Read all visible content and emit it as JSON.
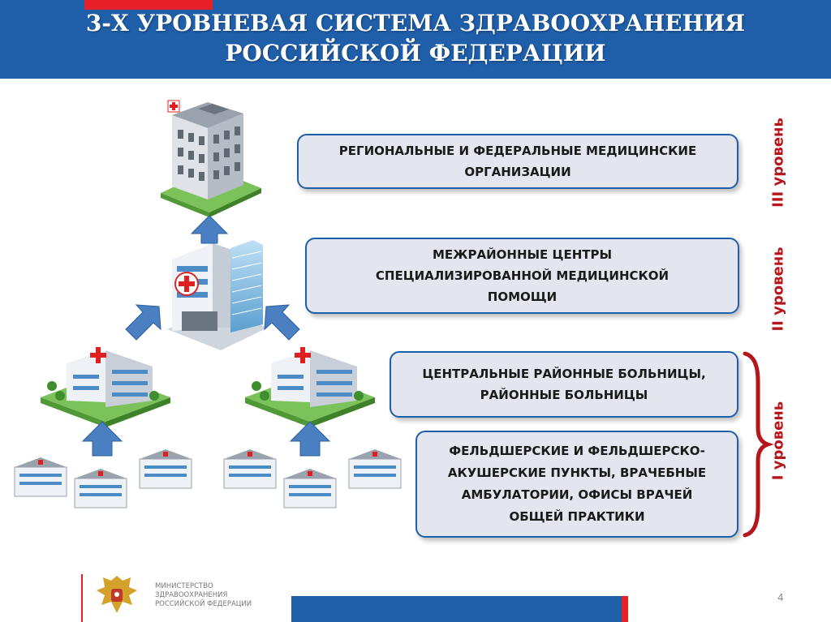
{
  "header": {
    "title_line1": "3-Х УРОВНЕВАЯ СИСТЕМА ЗДРАВООХРАНЕНИЯ",
    "title_line2": "РОССИЙСКОЙ ФЕДЕРАЦИИ"
  },
  "boxes": {
    "level3": {
      "line1": "РЕГИОНАЛЬНЫЕ И ФЕДЕРАЛЬНЫЕ МЕДИЦИНСКИЕ",
      "line2": "ОРГАНИЗАЦИИ"
    },
    "interdistrict": {
      "line1": "МЕЖРАЙОННЫЕ ЦЕНТРЫ",
      "line2": "СПЕЦИАЛИЗИРОВАННОЙ МЕДИЦИНСКОЙ",
      "line3": "ПОМОЩИ"
    },
    "crh": {
      "line1": "ЦЕНТРАЛЬНЫЕ РАЙОННЫЕ БОЛЬНИЦЫ,",
      "line2": "РАЙОННЫЕ БОЛЬНИЦЫ"
    },
    "fap": {
      "line1": "ФЕЛЬДШЕРСКИЕ И ФЕЛЬДШЕРСКО-",
      "line2": "АКУШЕРСКИЕ ПУНКТЫ, ВРАЧЕБНЫЕ",
      "line3": "АМБУЛАТОРИИ, ОФИСЫ ВРАЧЕЙ",
      "line4": "ОБЩЕЙ ПРАКТИКИ"
    }
  },
  "levels": {
    "level3": "III уровень",
    "level2": "II уровень",
    "level1": "I уровень"
  },
  "footer": {
    "ministry_line1": "МИНИСТЕРСТВО",
    "ministry_line2": "ЗДРАВООХРАНЕНИЯ",
    "ministry_line3": "РОССИЙСКОЙ ФЕДЕРАЦИИ",
    "page_number": "4"
  },
  "icons": [
    "hospital-tower-icon",
    "medical-center-icon",
    "hospital-icon",
    "clinic-icon",
    "arrow-up-icon",
    "coat-of-arms-icon"
  ],
  "colors": {
    "header_blue": "#1f5ea9",
    "accent_red": "#e8202a",
    "level_label_red": "#b5161c",
    "box_fill": "#e3e6ef",
    "arrow_blue": "#4a7fc1"
  }
}
